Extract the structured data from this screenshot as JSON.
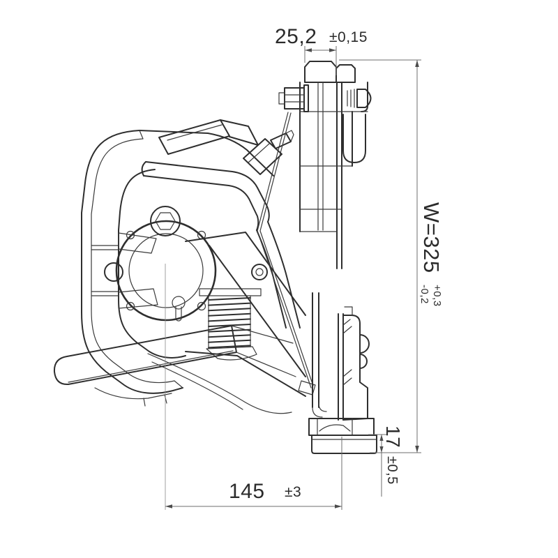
{
  "drawing_type": "technical-dimension-drawing",
  "subject": "trailer-coupling-side-view",
  "colors": {
    "background": "#ffffff",
    "part_line": "#2e2e2e",
    "dimension_line": "#6e6e6e",
    "text": "#2b2b2b"
  },
  "dimensions": {
    "pin_width": {
      "value": "25,2",
      "tolerance": "±0,15"
    },
    "overall_width": {
      "label": "W=325",
      "tol_upper": "+0,3",
      "tol_lower": "-0,2"
    },
    "foot_height": {
      "value": "17",
      "tolerance": "±0,5"
    },
    "center_offset": {
      "value": "145",
      "tolerance": "±3"
    }
  }
}
